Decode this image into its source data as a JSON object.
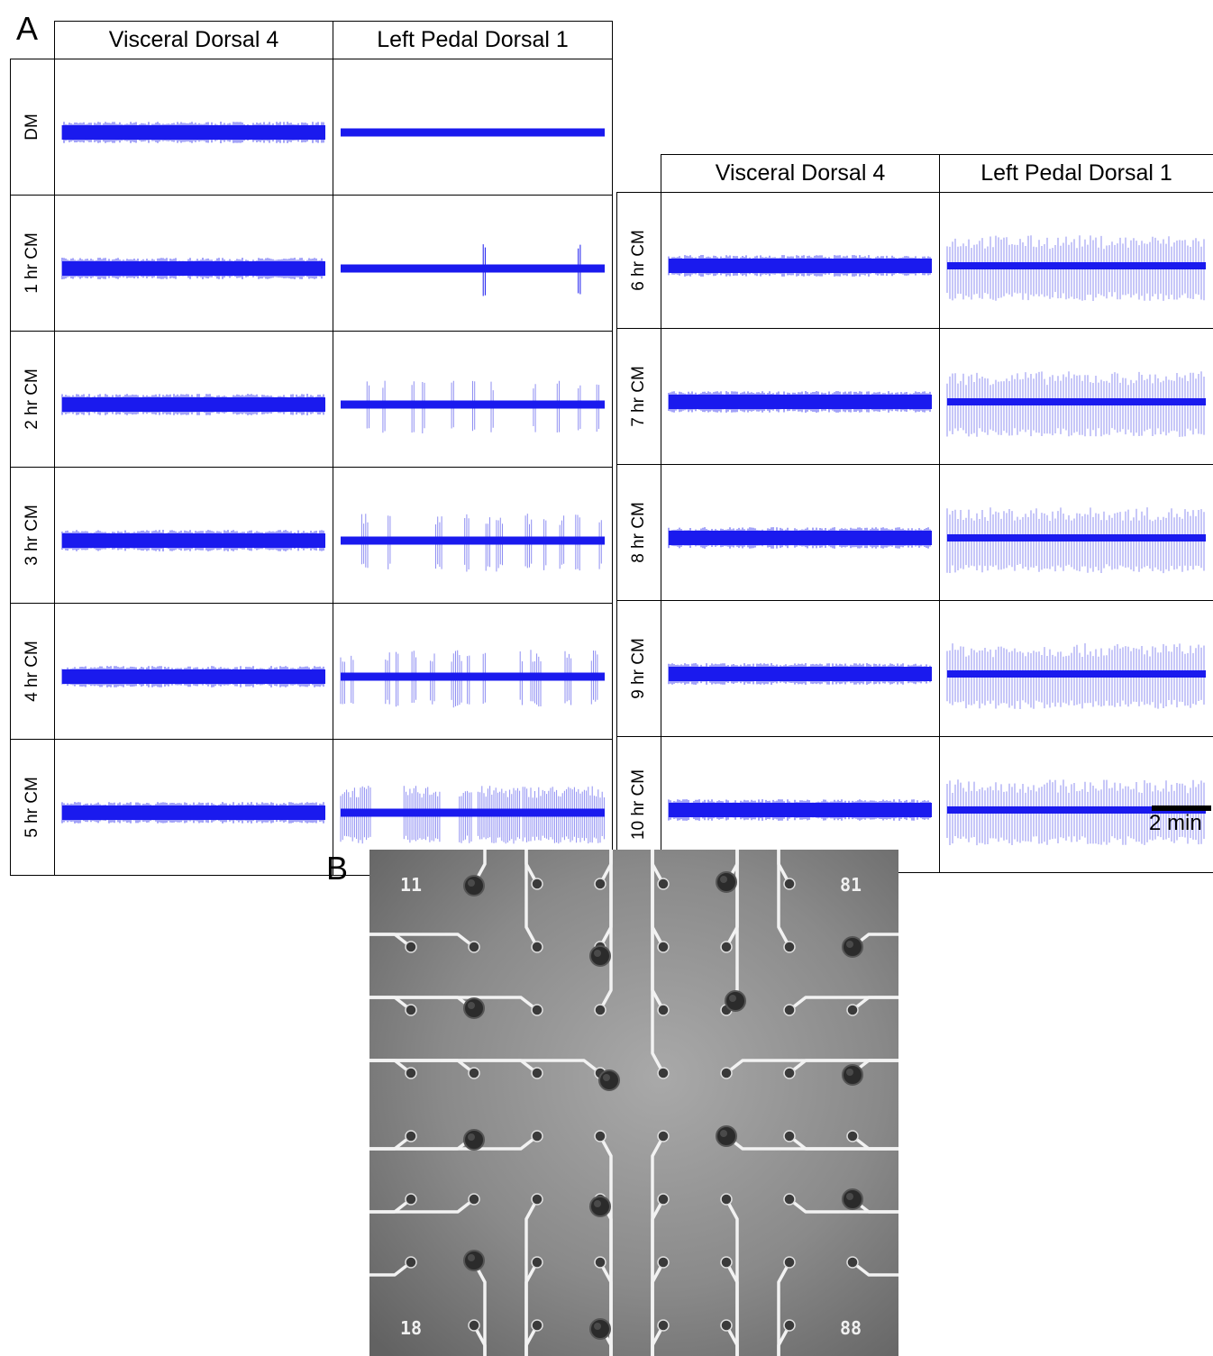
{
  "panel_a": {
    "letter": "A",
    "left_table": {
      "columns": [
        "Visceral Dorsal 4",
        "Left Pedal Dorsal 1"
      ],
      "rows": [
        "DM",
        "1 hr CM",
        "2 hr CM",
        "3 hr CM",
        "4 hr CM",
        "5 hr CM"
      ]
    },
    "right_table": {
      "columns": [
        "Visceral Dorsal 4",
        "Left Pedal Dorsal 1"
      ],
      "rows": [
        "6 hr CM",
        "7 hr CM",
        "8 hr CM",
        "9 hr CM",
        "10 hr CM"
      ]
    },
    "scale_bar_label": "2 min",
    "trace_color": "#1a1aee",
    "spike_color": "#8f8ff2"
  },
  "panel_b": {
    "letter": "B",
    "corner_labels": [
      "11",
      "81",
      "18",
      "88"
    ]
  }
}
